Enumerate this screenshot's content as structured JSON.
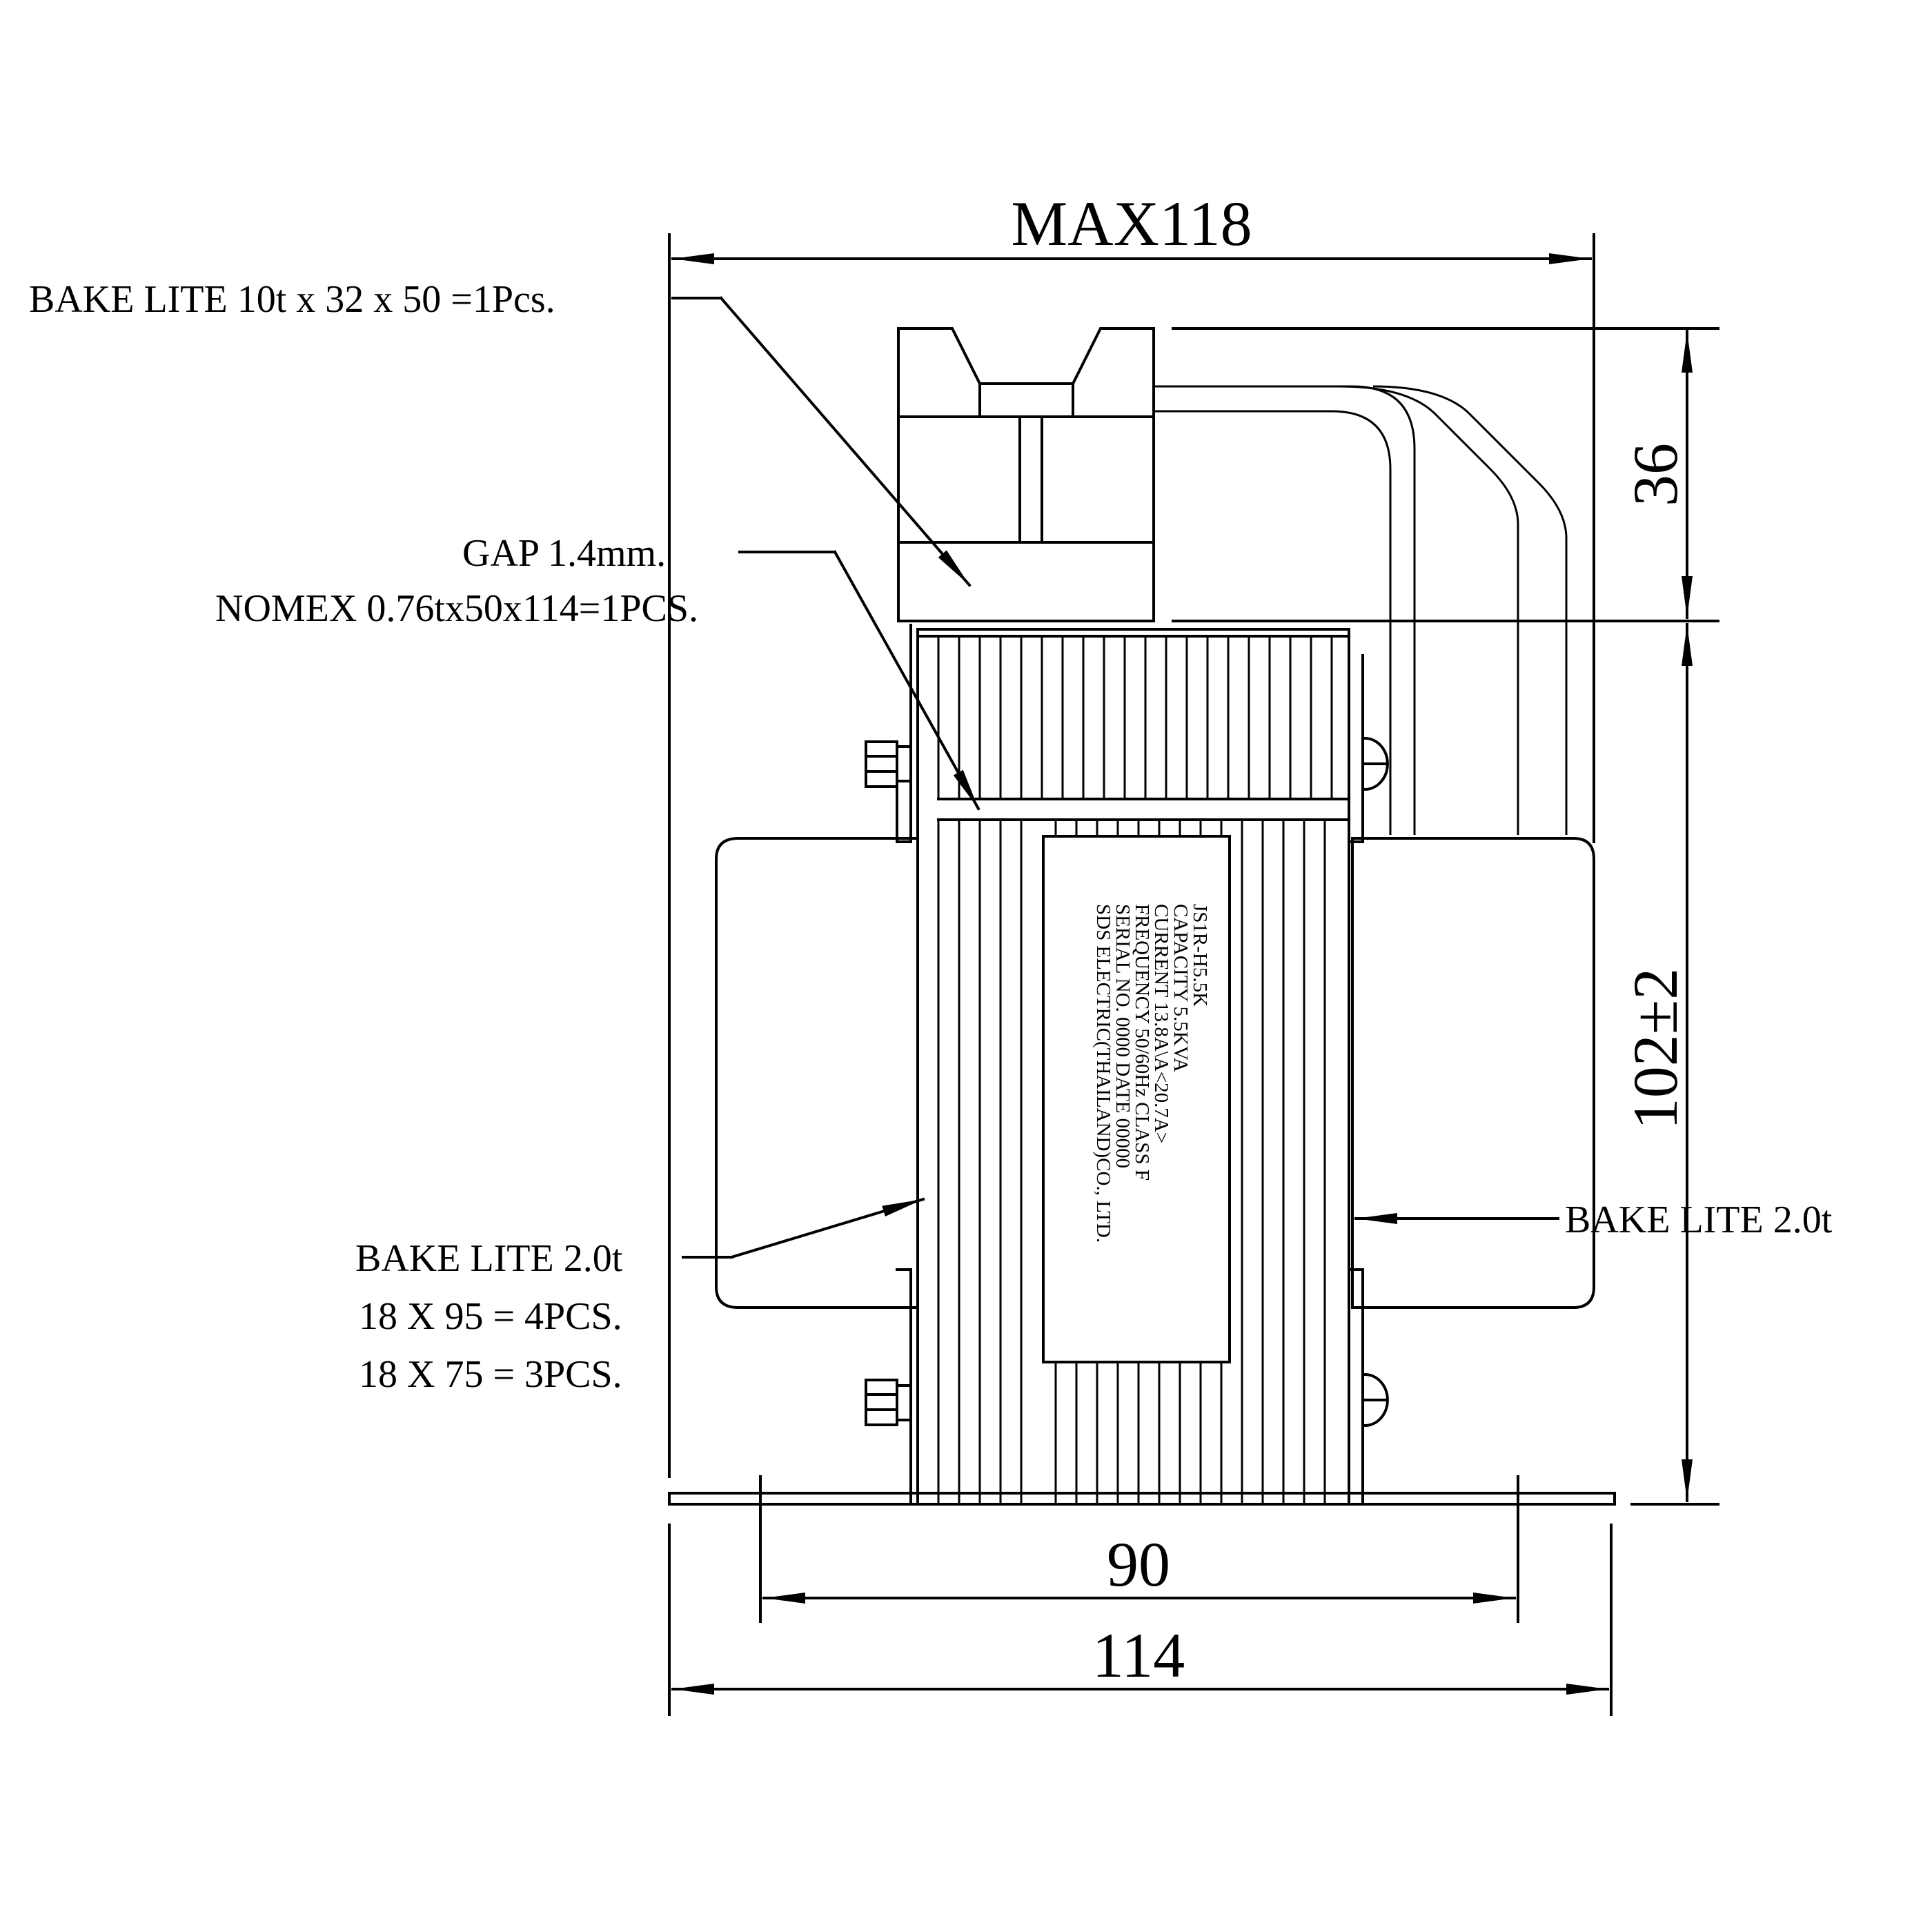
{
  "dimensions": {
    "top_width": "MAX118",
    "terminal_height": "36",
    "body_height": "102±2",
    "base_inner": "90",
    "base_outer": "114"
  },
  "callouts": {
    "bakelite_top": "BAKE LITE 10t x 32 x 50 =1Pcs.",
    "gap": "GAP 1.4mm.",
    "nomex": "NOMEX 0.76tx50x114=1PCS.",
    "bakelite_left_1": "BAKE LITE 2.0t",
    "bakelite_left_2": "18 X 95 = 4PCS.",
    "bakelite_left_3": "18 X 75 = 3PCS.",
    "bakelite_right": "BAKE LITE 2.0t"
  },
  "nameplate": {
    "line1": "JS1R-H5.5K",
    "line2": "CAPACITY  5.5KVA",
    "line3": "CURRENT  13.8A\\A<20.7A>",
    "line4": "FREQUENCY 50/60Hz   CLASS F",
    "line5": "SERIAL NO.  0000     DATE 00000",
    "line6": "SDS ELECTRIC(THAILAND)CO., LTD."
  }
}
